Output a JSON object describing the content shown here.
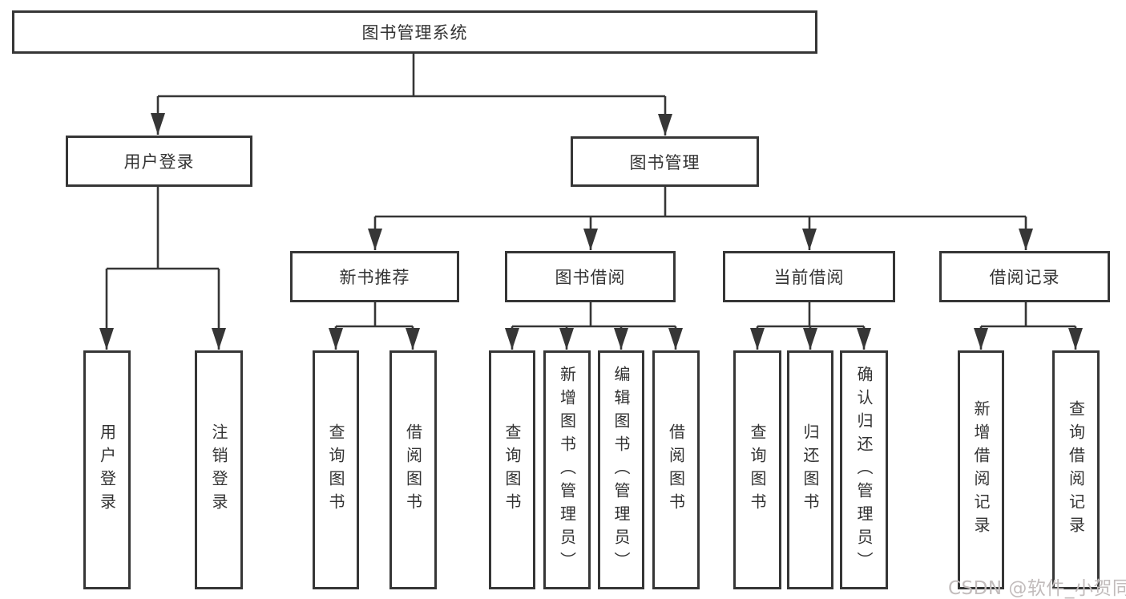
{
  "diagram": {
    "tree": {
      "label": "图书管理系统",
      "children": [
        {
          "label": "用户登录",
          "children": [
            {
              "label": "用户登录"
            },
            {
              "label": "注销登录"
            }
          ]
        },
        {
          "label": "图书管理",
          "children": [
            {
              "label": "新书推荐",
              "children": [
                {
                  "label": "查询图书"
                },
                {
                  "label": "借阅图书"
                }
              ]
            },
            {
              "label": "图书借阅",
              "children": [
                {
                  "label": "查询图书"
                },
                {
                  "label": "新增图书（管理员）"
                },
                {
                  "label": "编辑图书（管理员）"
                },
                {
                  "label": "借阅图书"
                }
              ]
            },
            {
              "label": "当前借阅",
              "children": [
                {
                  "label": "查询图书"
                },
                {
                  "label": "归还图书"
                },
                {
                  "label": "确认归还（管理员）"
                }
              ]
            },
            {
              "label": "借阅记录",
              "children": [
                {
                  "label": "新增借阅记录"
                },
                {
                  "label": "查询借阅记录"
                }
              ]
            }
          ]
        }
      ]
    },
    "colors": {
      "line": "#363636",
      "text": "#333333",
      "box_background": "#ffffff",
      "watermark": "#c2bcbc"
    }
  },
  "watermark": {
    "text": "CSDN @软件_小贺同学"
  }
}
